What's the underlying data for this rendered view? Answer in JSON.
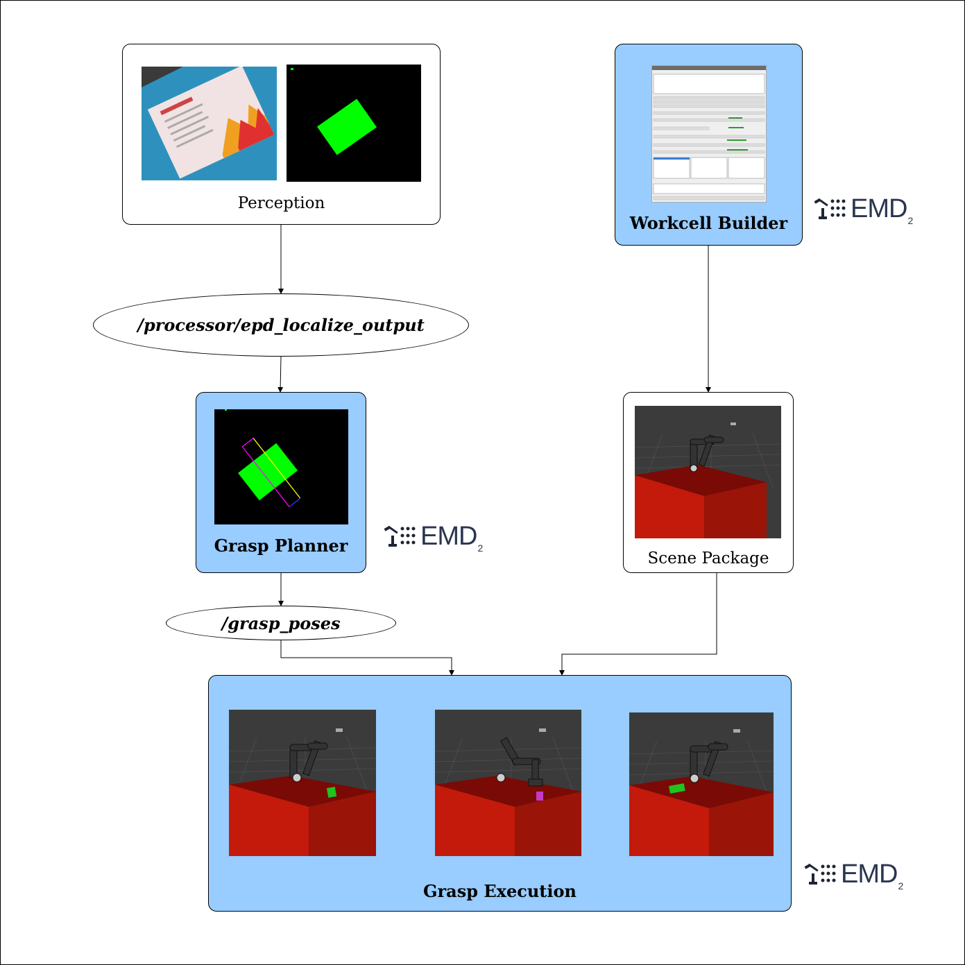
{
  "nodes": {
    "perception": {
      "label": "Perception"
    },
    "workcell_builder": {
      "label": "Workcell Builder"
    },
    "topic_localize": {
      "label": "/processor/epd_localize_output"
    },
    "grasp_planner": {
      "label": "Grasp Planner"
    },
    "scene_package": {
      "label": "Scene Package"
    },
    "topic_grasp_poses": {
      "label": "/grasp_poses"
    },
    "grasp_execution": {
      "label": "Grasp Execution"
    }
  },
  "logo": {
    "text": "EMD",
    "subscript": "2"
  },
  "colors": {
    "blue_box": "#99ccff",
    "table_red": "#c41a0a",
    "object_green": "#00ff00",
    "robot_scene_bg": "#3a3a3a"
  },
  "icons": [
    "camera-photo-icon",
    "mask-image-icon",
    "gui-screenshot-icon",
    "robot-scene-icon",
    "robot-arm-logo-icon"
  ]
}
